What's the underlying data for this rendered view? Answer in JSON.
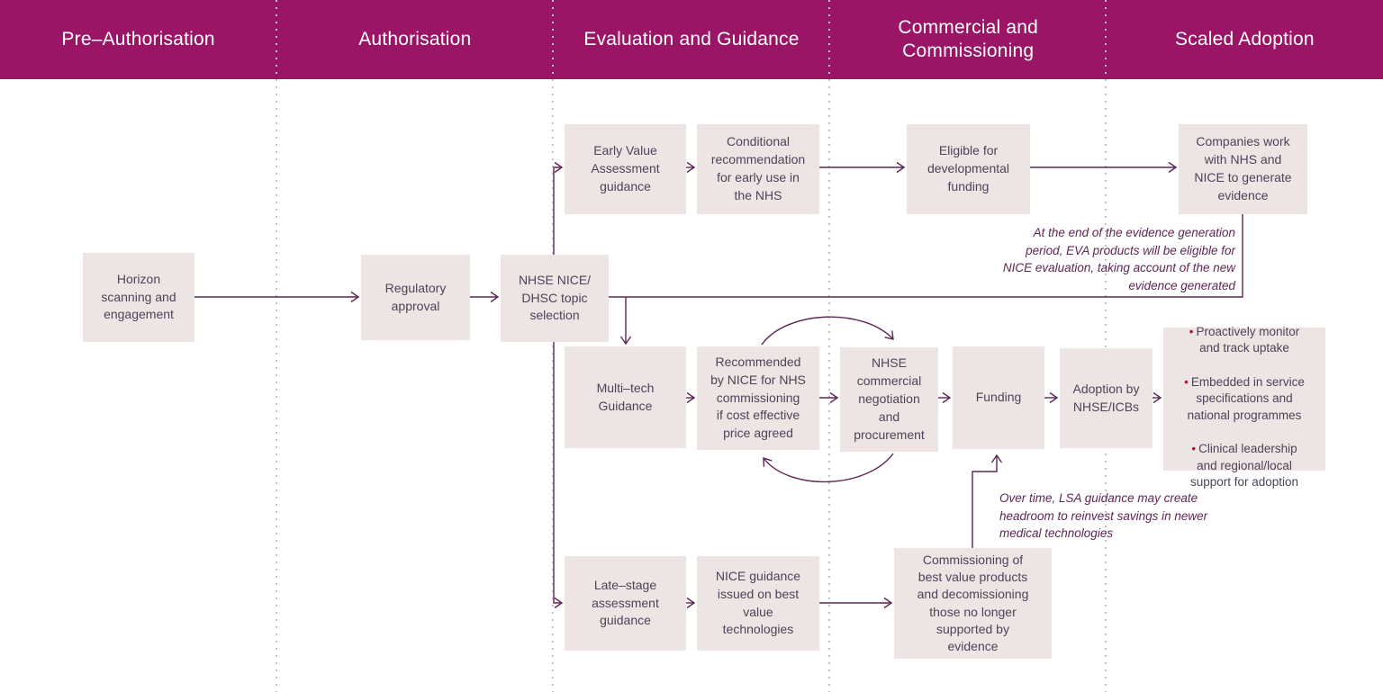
{
  "header": {
    "phases": [
      "Pre–Authorisation",
      "Authorisation",
      "Evaluation and Guidance",
      "Commercial and\nCommissioning",
      "Scaled Adoption"
    ]
  },
  "boxes": {
    "horizon": "Horizon\nscanning and\nengagement",
    "regulatory": "Regulatory\napproval",
    "topic_selection": "NHSE NICE/\nDHSC topic\nselection",
    "eva_guidance": "Early Value\nAssessment\nguidance",
    "conditional_recommendation": "Conditional\nrecommendation\nfor early use in\nthe NHS",
    "developmental_funding": "Eligible for\ndevelopmental\nfunding",
    "companies_evidence": "Companies work\nwith NHS and\nNICE to generate\nevidence",
    "multi_tech": "Multi–tech\nGuidance",
    "nice_recommendation": "Recommended\nby NICE for NHS\ncommissioning\nif cost effective\nprice agreed",
    "commercial_negotiation": "NHSE\ncommercial\nnegotiation\nand\nprocurement",
    "funding": "Funding",
    "adoption": "Adoption by\nNHSE/ICBs",
    "late_stage": "Late–stage\nassessment\nguidance",
    "nice_guidance_best_value": "NICE guidance\nissued on best\nvalue\ntechnologies",
    "commissioning_best_value": "Commissioning of\nbest value products\nand decomissioning\nthose no longer\nsupported by\nevidence"
  },
  "outcomes": {
    "bullet_char": "•",
    "items": [
      "Proactively monitor\nand track uptake",
      "Embedded in service\nspecifications and\nnational programmes",
      "Clinical leadership\nand regional/local\nsupport for adoption"
    ]
  },
  "annotations": {
    "eva_note": "At the end of the evidence generation\nperiod,  EVA products will be eligible for\nNICE evaluation, taking account of the new\nevidence generated",
    "lsa_note": "Over time, LSA guidance may create\nheadroom to reinvest savings in newer\nmedical technologies"
  },
  "colors": {
    "header_bg": "#9A1566",
    "box_bg": "#EDE5E4",
    "box_text": "#4C4458",
    "connector": "#5E2653",
    "bullet": "#9B2242",
    "divider": "#C2C2C6"
  }
}
